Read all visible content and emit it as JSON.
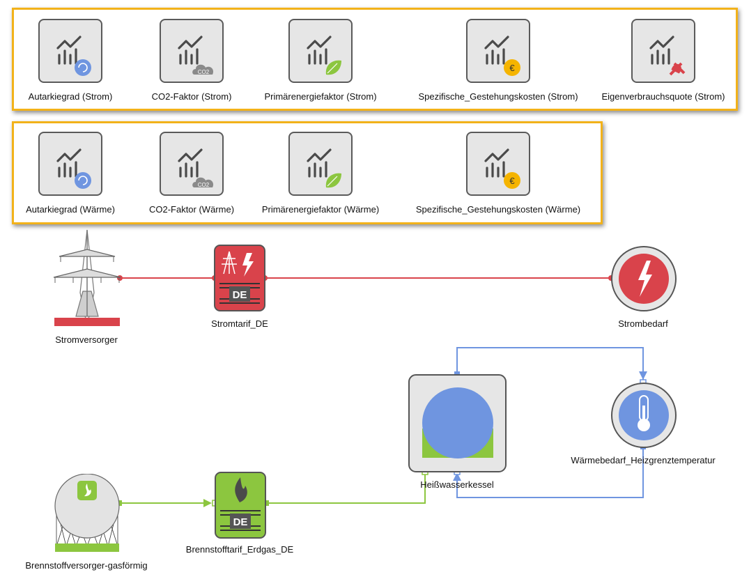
{
  "kpi_strom": [
    {
      "label": "Autarkiegrad (Strom)",
      "badge": "autarky-icon",
      "color": "#6f95e0"
    },
    {
      "label": "CO2-Faktor (Strom)",
      "badge": "co2-cloud-icon",
      "color": "#8a8a8a"
    },
    {
      "label": "Primärenergiefaktor (Strom)",
      "badge": "leaf-icon",
      "color": "#8cc63f"
    },
    {
      "label": "Spezifische_Gestehungskosten (Strom)",
      "badge": "euro-coin-icon",
      "color": "#f5b400"
    },
    {
      "label": "Eigenverbrauchsquote (Strom)",
      "badge": "plug-crossed-icon",
      "color": "#d9434b"
    }
  ],
  "kpi_waerme": [
    {
      "label": "Autarkiegrad (Wärme)",
      "badge": "autarky-icon",
      "color": "#6f95e0"
    },
    {
      "label": "CO2-Faktor (Wärme)",
      "badge": "co2-cloud-icon",
      "color": "#8a8a8a"
    },
    {
      "label": "Primärenergiefaktor (Wärme)",
      "badge": "leaf-icon",
      "color": "#8cc63f"
    },
    {
      "label": "Spezifische_Gestehungskosten (Wärme)",
      "badge": "euro-coin-icon",
      "color": "#f5b400"
    }
  ],
  "co2_text": "CO2",
  "euro_text": "€",
  "nodes": {
    "stromversorger": "Stromversorger",
    "stromtarif": "Stromtarif_DE",
    "strombedarf": "Strombedarf",
    "gasversorger": "Brennstoffversorger-gasförmig",
    "gastarif": "Brennstofftarif_Erdgas_DE",
    "kessel": "Heißwasserkessel",
    "waermebedarf": "Wärmebedarf_Heizgrenztemperatur",
    "tarif_country": "DE"
  },
  "colors": {
    "group_border": "#f2b21a",
    "electric": "#d9434b",
    "gas": "#8cc63f",
    "heat": "#6f95e0",
    "tile_bg": "#e6e6e6",
    "icon": "#4a4a4a"
  }
}
